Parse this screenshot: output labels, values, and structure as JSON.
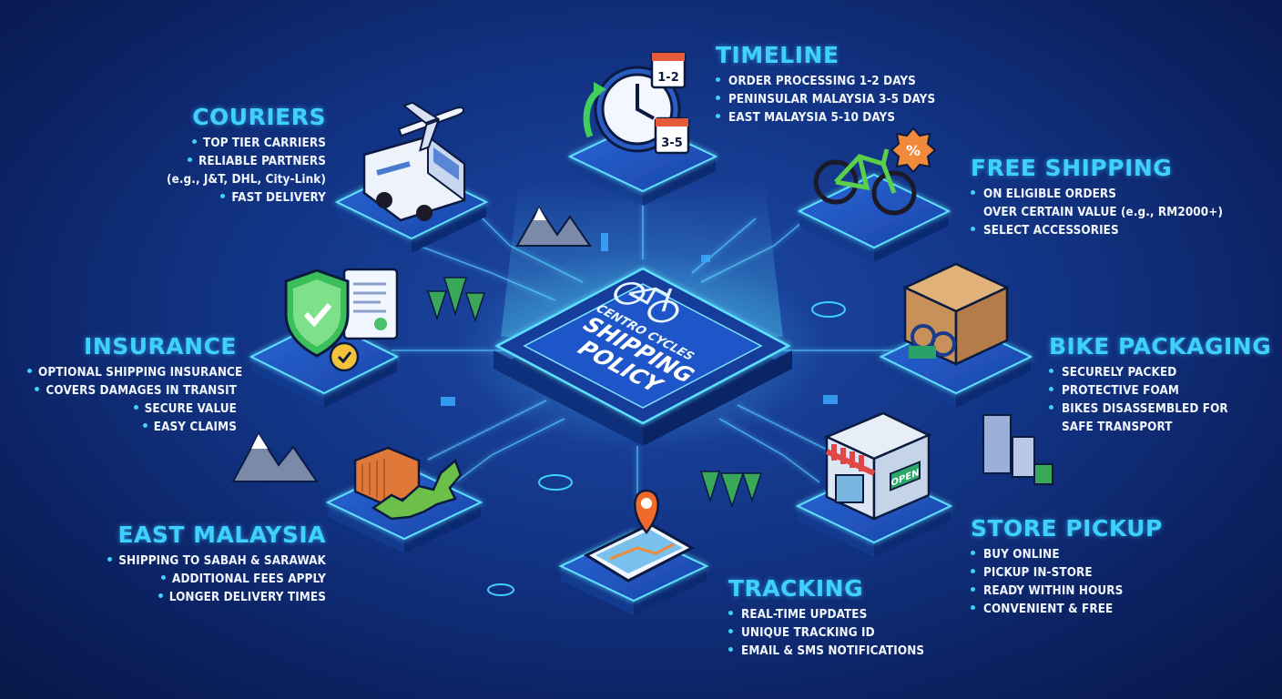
{
  "center": {
    "brand": "CENTRO CYCLES",
    "title_line1": "SHIPPING",
    "title_line2": "POLICY"
  },
  "sections": {
    "timeline": {
      "title": "TIMELINE",
      "items": [
        "ORDER PROCESSING 1-2 DAYS",
        "PENINSULAR MALAYSIA 3-5 DAYS",
        "EAST MALAYSIA 5-10 DAYS"
      ],
      "calendar_a": "1-2",
      "calendar_b": "3-5"
    },
    "couriers": {
      "title": "COURIERS",
      "items": [
        "TOP TIER CARRIERS",
        "RELIABLE PARTNERS",
        "(e.g., J&T, DHL, City-Link)",
        "FAST DELIVERY"
      ]
    },
    "free_shipping": {
      "title": "FREE SHIPPING",
      "items": [
        "ON ELIGIBLE ORDERS",
        "OVER CERTAIN VALUE (e.g., RM2000+)",
        "SELECT ACCESSORIES"
      ],
      "badge": "%"
    },
    "insurance": {
      "title": "INSURANCE",
      "items": [
        "OPTIONAL SHIPPING INSURANCE",
        "COVERS DAMAGES IN TRANSIT",
        "SECURE VALUE",
        "EASY CLAIMS"
      ]
    },
    "bike_packaging": {
      "title": "BIKE PACKAGING",
      "items": [
        "SECURELY PACKED",
        "PROTECTIVE FOAM",
        "BIKES DISASSEMBLED FOR",
        "SAFE TRANSPORT"
      ]
    },
    "east_malaysia": {
      "title": "EAST MALAYSIA",
      "items": [
        "SHIPPING TO SABAH & SARAWAK",
        "ADDITIONAL FEES APPLY",
        "LONGER DELIVERY TIMES"
      ]
    },
    "tracking": {
      "title": "TRACKING",
      "items": [
        "REAL-TIME UPDATES",
        "UNIQUE TRACKING ID",
        "EMAIL & SMS NOTIFICATIONS"
      ]
    },
    "store_pickup": {
      "title": "STORE PICKUP",
      "items": [
        "BUY ONLINE",
        "PICKUP IN-STORE",
        "READY WITHIN HOURS",
        "CONVENIENT & FREE"
      ],
      "sign": "OPEN"
    }
  },
  "colors": {
    "background": "#123384",
    "accent": "#3fd0ff",
    "platform": "#1a4db8",
    "platform_edge": "#0d2a6e",
    "glow": "#38c8ff",
    "text": "#f2f6ff"
  }
}
